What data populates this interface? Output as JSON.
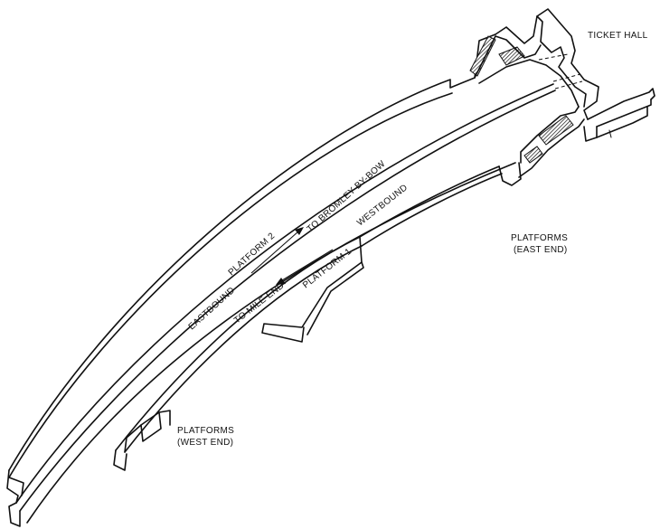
{
  "labels": {
    "ticket_hall": "TICKET HALL",
    "platforms_east_line1": "PLATFORMS",
    "platforms_east_line2": "(EAST END)",
    "platforms_west_line1": "PLATFORMS",
    "platforms_west_line2": "(WEST END)",
    "platform_2": "PLATFORM 2",
    "platform_1": "PLATFORM 1",
    "to_bromley": "TO BROMLEY-BY-BOW",
    "to_mile_end": "TO MILE END",
    "eastbound": "EASTBOUND",
    "westbound": "WESTBOUND"
  }
}
